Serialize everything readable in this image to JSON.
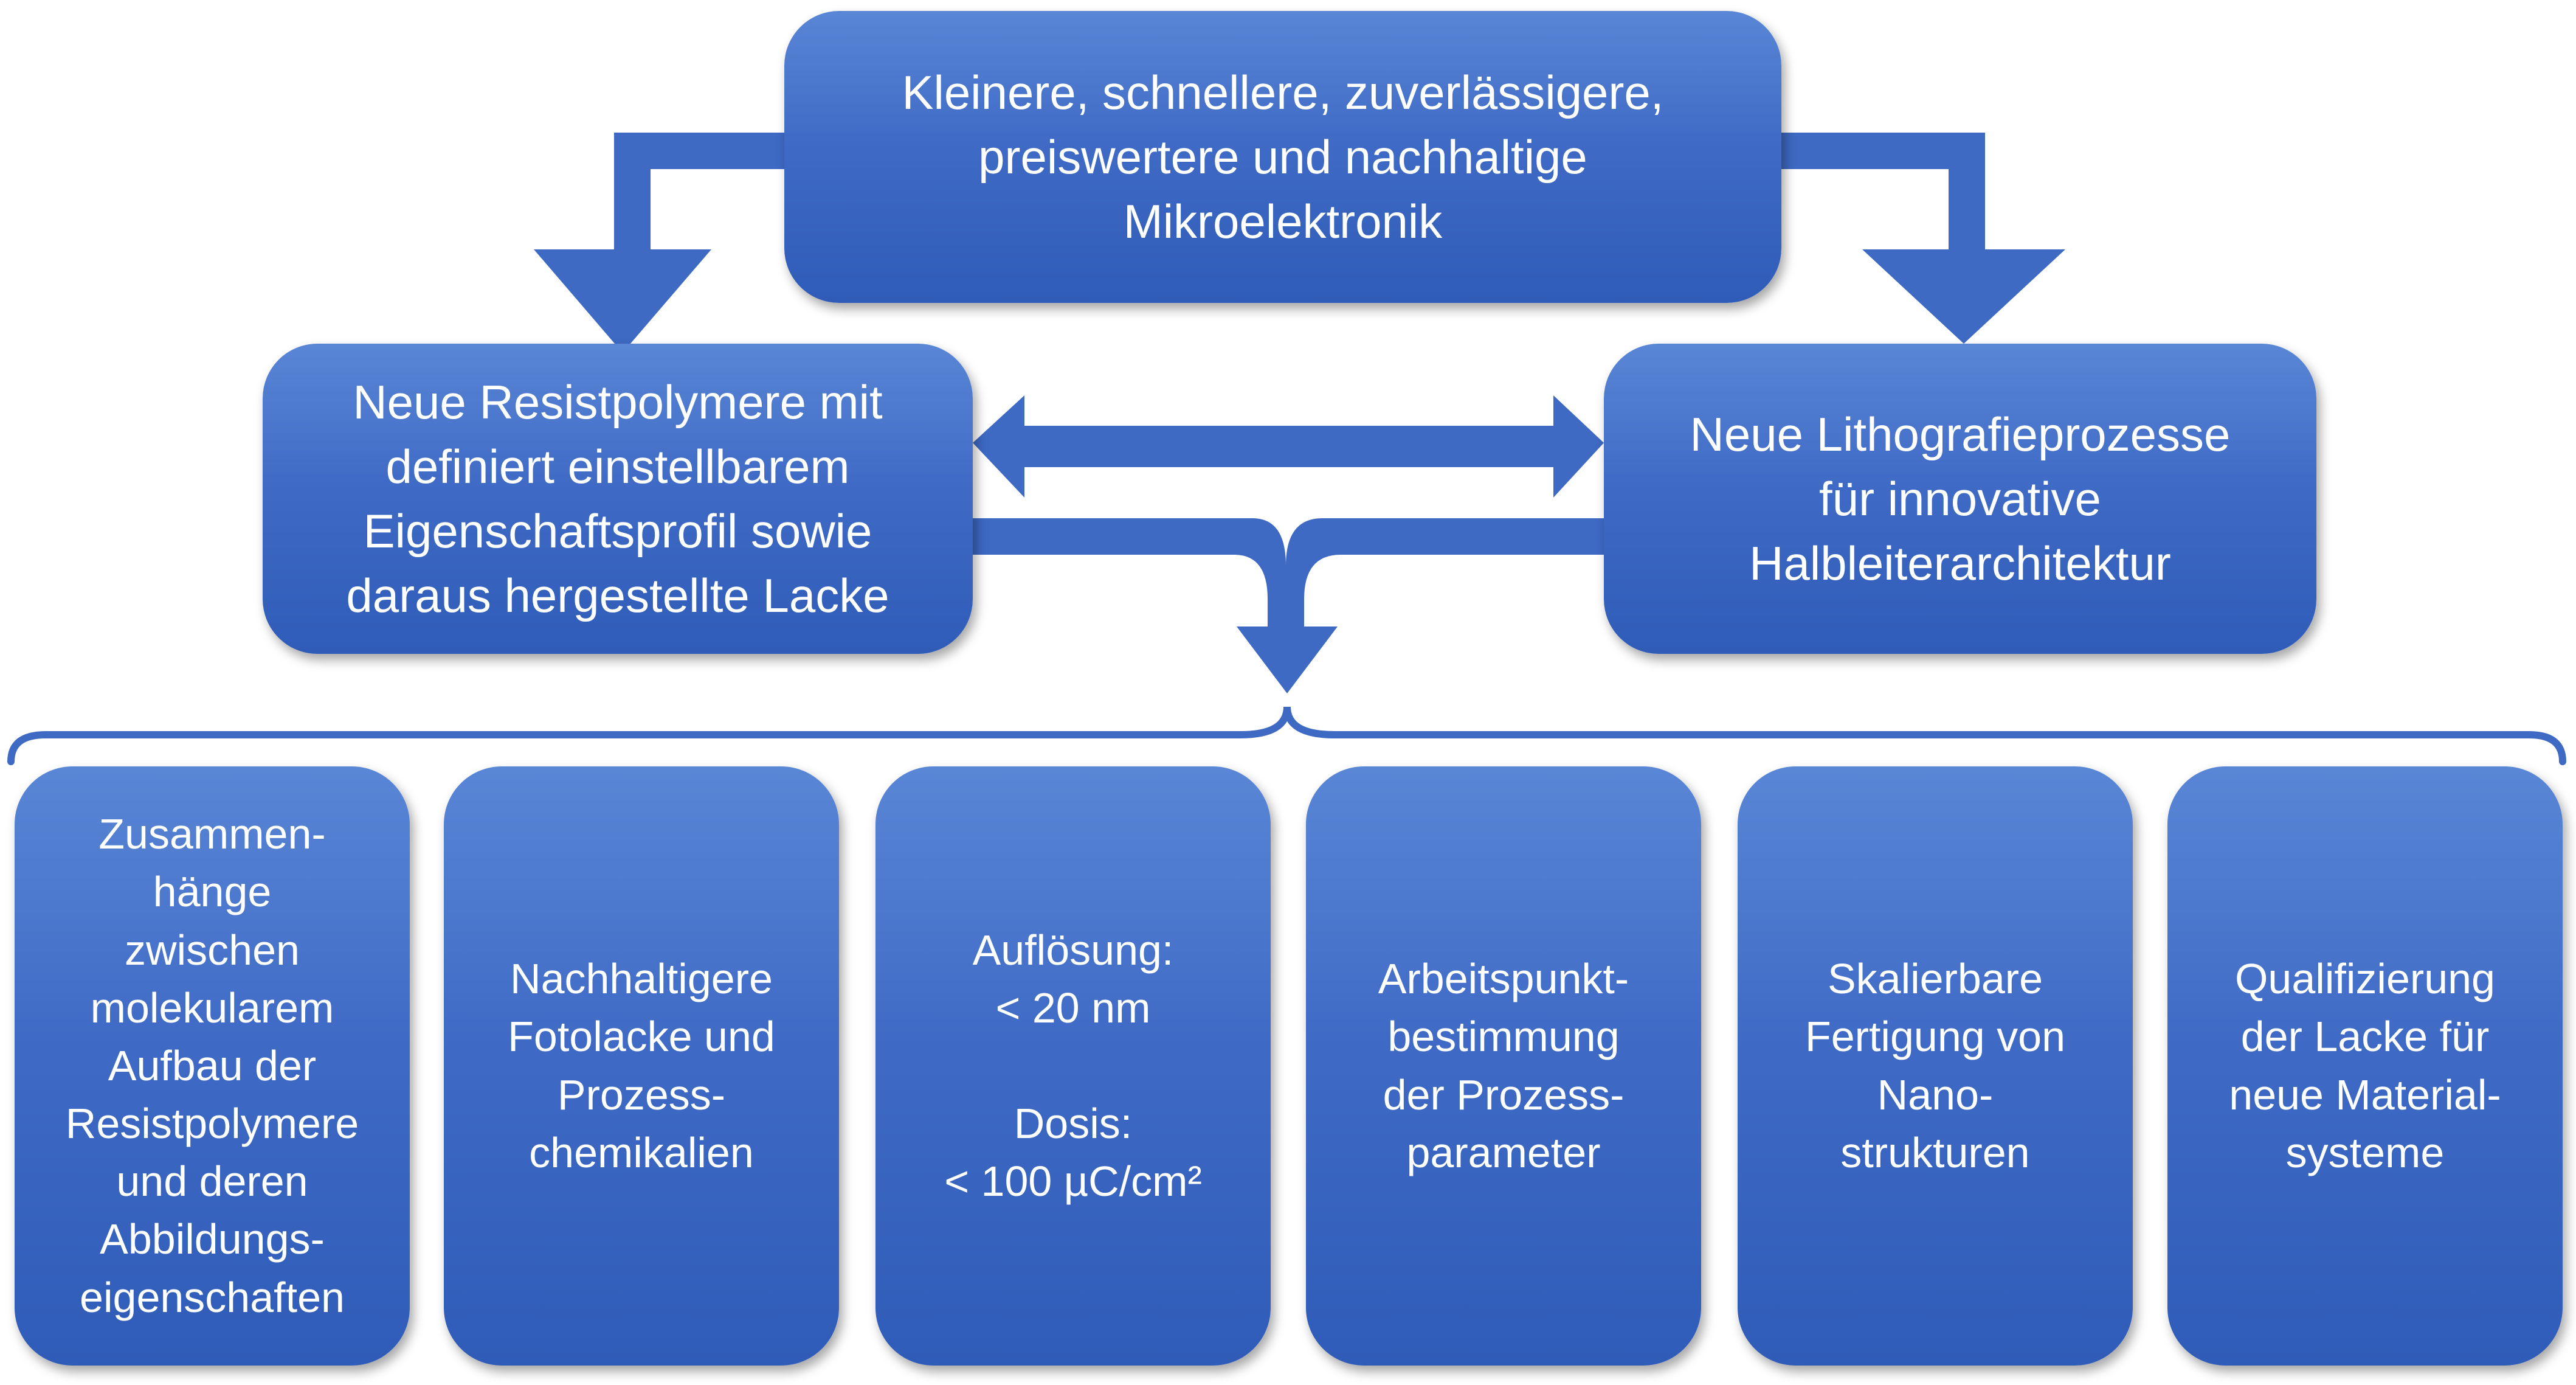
{
  "colors": {
    "box_top": "#5a86d6",
    "box_bottom": "#2f5cb8",
    "arrow": "#3e6ac4",
    "text": "#ffffff"
  },
  "top": {
    "text": "Kleinere, schnellere, zuverlässigere,\npreiswertere und nachhaltige\nMikroelektronik"
  },
  "left": {
    "text": "Neue Resistpolymere mit\ndefiniert einstellbarem\nEigenschaftsprofil sowie\ndaraus hergestellte Lacke"
  },
  "right": {
    "text": "Neue Lithografieprozesse\nfür innovative\nHalbleiterarchitektur"
  },
  "items": [
    {
      "text": "Zusammen-\nhänge\nzwischen\nmolekularem\nAufbau der\nResistpolymere\nund deren\nAbbildungs-\neigenschaften"
    },
    {
      "text": "Nachhaltigere\nFotolacke und\nProzess-\nchemikalien"
    },
    {
      "text": "Auflösung:\n< 20 nm\n\nDosis:\n< 100 µC/cm²"
    },
    {
      "text": "Arbeitspunkt-\nbestimmung\nder Prozess-\nparameter"
    },
    {
      "text": "Skalierbare\nFertigung von\nNano-\nstrukturen"
    },
    {
      "text": "Qualifizierung\nder Lacke für\nneue Material-\nsysteme"
    }
  ]
}
